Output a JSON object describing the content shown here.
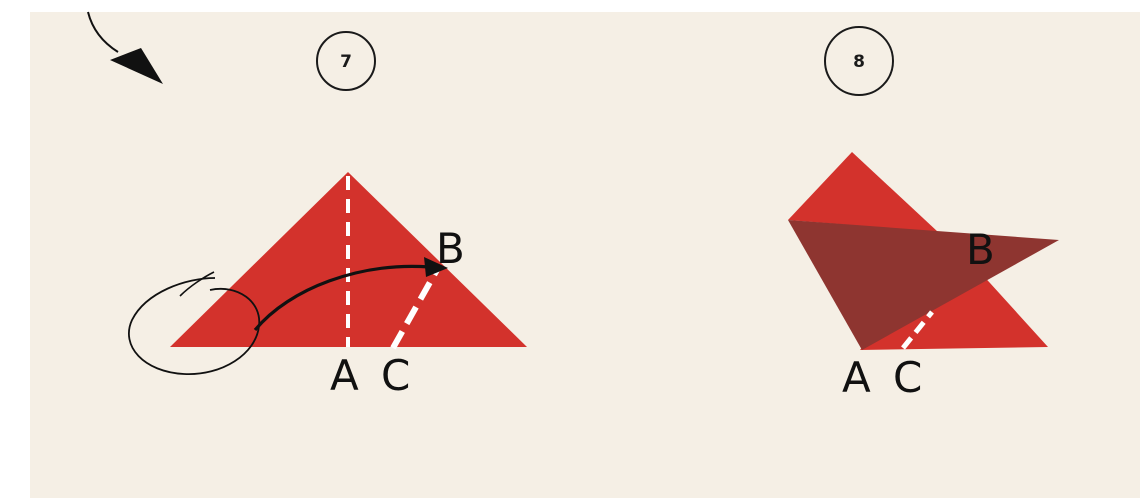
{
  "steps": [
    {
      "number": "7",
      "labels": {
        "a": "A",
        "b": "B",
        "c": "C"
      }
    },
    {
      "number": "8",
      "labels": {
        "a": "A",
        "b": "B",
        "c": "C"
      }
    }
  ],
  "colors": {
    "paper": "#f5efe5",
    "red": "#d3322c",
    "dark_red": "#8e3530",
    "ink": "#111111",
    "dash": "#ffffff"
  }
}
